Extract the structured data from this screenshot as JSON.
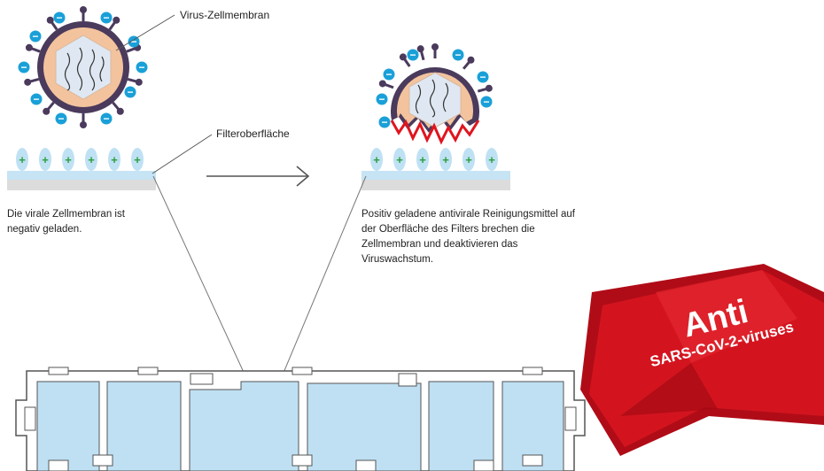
{
  "labels": {
    "membrane": "Virus-Zellmembran",
    "surface": "Filteroberfläche"
  },
  "captions": {
    "left": "Die virale Zellmembran ist negativ geladen.",
    "right": "Positiv geladene antivirale Reinigungsmittel auf der Oberfläche des Filters brechen die Zellmembran und deaktivieren das Viruswachstum."
  },
  "badge": {
    "title": "Anti",
    "subtitle": "SARS-CoV-2-viruses"
  },
  "symbols": {
    "negative": "−",
    "positive": "+"
  },
  "colors": {
    "virus_body": "#4a3a5c",
    "virus_inner": "#f3c39e",
    "virus_core": "#dfe8f2",
    "negative_charge": "#1aa0d8",
    "positive_charge_bg": "#bfe1f4",
    "positive_charge": "#2e9e3e",
    "filter_top": "#c6e4f4",
    "filter_base": "#dcdcdc",
    "rupture": "#e0141e",
    "banner": "#c8101e",
    "filter_cell": "#bfe0f3"
  }
}
